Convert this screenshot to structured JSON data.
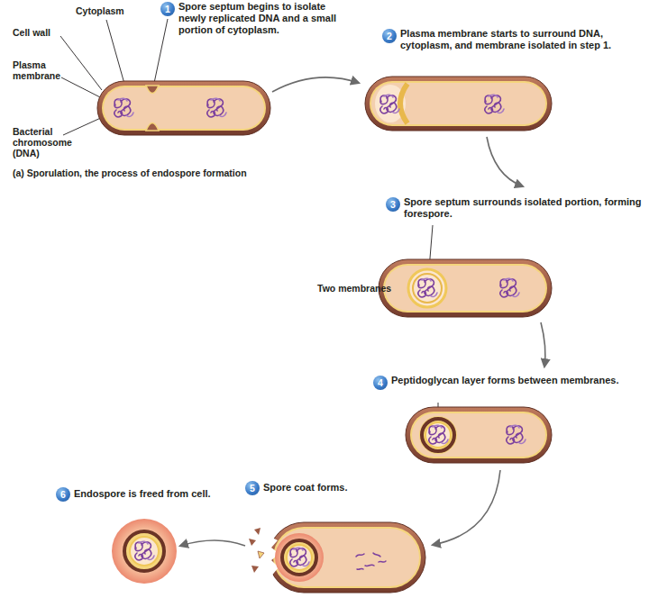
{
  "diagram": {
    "caption": "(a) Sporulation, the process of endospore formation",
    "labels": [
      "Cell wall",
      "Cytoplasm",
      "1",
      "Spore septum begins to isolate newly replicated DNA and a small portion of cytoplasm.",
      "Plasma membrane",
      "Bacterial chromosome (DNA)",
      "2",
      "Plasma membrane starts to surround DNA, cytoplasm, and membrane isolated in step 1.",
      "3",
      "Spore septum surrounds isolated portion, forming forespore.",
      "Two membranes",
      "4",
      "Peptidoglycan layer forms between membranes.",
      "5",
      "Spore coat forms.",
      "6",
      "Endospore is freed from cell."
    ]
  }
}
